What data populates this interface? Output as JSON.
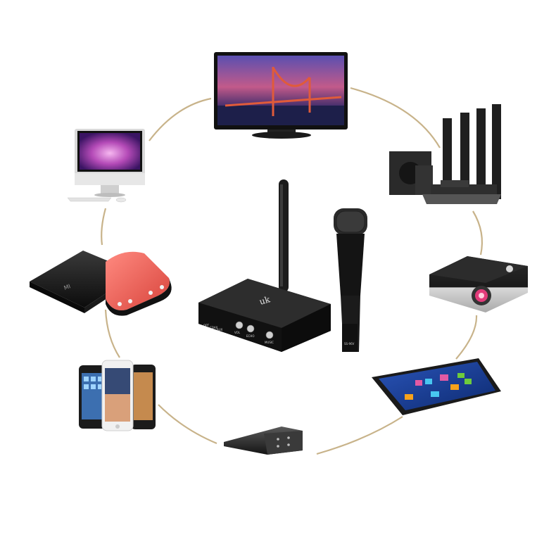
{
  "scene": {
    "ring_color": "#c8b38a",
    "hub": {
      "device": "wireless-karaoke-receiver",
      "microphone_label": "SS-96V",
      "knob_labels": [
        "VOL",
        "ECHO",
        "MUSIC"
      ],
      "panel_labels": [
        "OPT",
        "COAX",
        "AUX"
      ]
    },
    "devices": [
      {
        "name": "television",
        "position_word": "top"
      },
      {
        "name": "home-theater-speakers",
        "position_word": "top-right"
      },
      {
        "name": "projector",
        "position_word": "right"
      },
      {
        "name": "tablet",
        "position_word": "bottom-right"
      },
      {
        "name": "soundbar",
        "position_word": "bottom"
      },
      {
        "name": "smartphones",
        "position_word": "bottom-left"
      },
      {
        "name": "tv-boxes",
        "position_word": "left"
      },
      {
        "name": "desktop-computer",
        "position_word": "top-left"
      }
    ],
    "box_logo_text": "MI"
  }
}
